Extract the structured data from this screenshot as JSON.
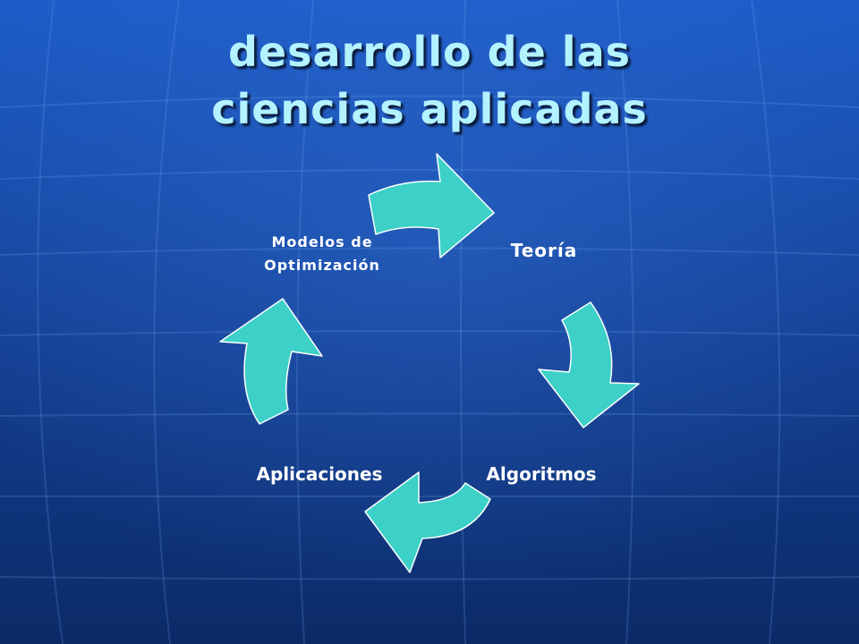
{
  "slide": {
    "title_line1": "desarrollo de las",
    "title_line2": "ciencias aplicadas"
  },
  "cycle": {
    "nodes": [
      {
        "id": "teoria",
        "label": "Teoría"
      },
      {
        "id": "algoritmos",
        "label": "Algoritmos"
      },
      {
        "id": "aplicaciones",
        "label": "Aplicaciones"
      },
      {
        "id": "modelos",
        "label_line1": "Modelos de",
        "label_line2": "Optimización"
      }
    ],
    "arrow_icon": "curved-arrow-icon"
  },
  "colors": {
    "background_top": "#1d5cc8",
    "background_bottom": "#0b2a66",
    "title": "#b3f2ff",
    "arrow_fill": "#3cd0c8",
    "arrow_stroke": "#ffffff",
    "node_text": "#ffffff"
  }
}
